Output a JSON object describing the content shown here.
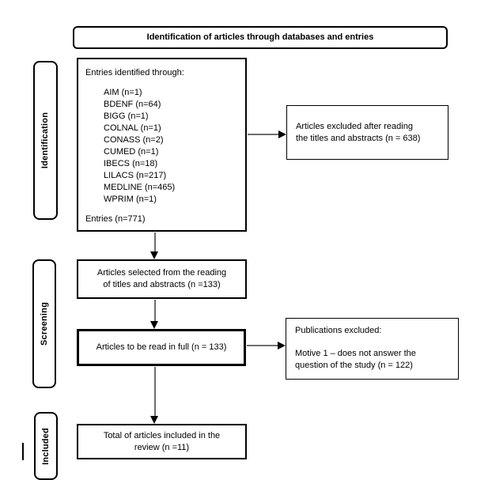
{
  "banner": {
    "title": "Identification of articles through databases and entries"
  },
  "sidebar": {
    "identification": "Identification",
    "screening": "Screening",
    "included": "Included"
  },
  "entries_box": {
    "heading": "Entries identified through:",
    "databases": [
      "AIM (n=1)",
      "BDENF (n=64)",
      "BIGG (n=1)",
      "COLNAL (n=1)",
      "CONASS (n=2)",
      "CUMED (n=1)",
      "IBECS (n=18)",
      "LILACS (n=217)",
      "MEDLINE (n=465)",
      "WPRIM (n=1)"
    ],
    "total": "Entries (n=771)"
  },
  "excluded_titles_box": {
    "line1": "Articles excluded after reading",
    "line2": "the titles and abstracts (n = 638)"
  },
  "selected_box": {
    "line1": "Articles selected from the reading",
    "line2": "of titles and abstracts (n =133)"
  },
  "full_text_box": {
    "text": "Articles to be read in full (n = 133)"
  },
  "publications_excluded_box": {
    "heading": "Publications excluded:",
    "line1": "Motive 1 – does not answer the",
    "line2": "question of the study (n = 122)"
  },
  "included_box": {
    "line1": "Total of articles included in the",
    "line2": "review (n =11)"
  }
}
